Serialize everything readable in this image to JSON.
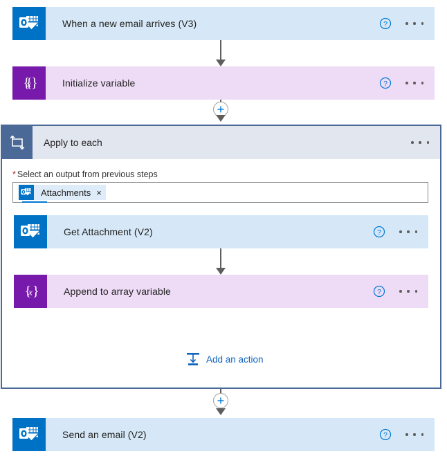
{
  "app": {
    "name": "Power Automate flow designer",
    "colors": {
      "outlook_icon_bg": "#0072c6",
      "outlook_card_bg": "#d6e8f7",
      "variable_icon_bg": "#7719aa",
      "variable_card_bg": "#eedcf7",
      "scope_border": "#4a6997",
      "scope_header_bg": "#e1e6ef",
      "scope_icon_bg": "#4a6997",
      "link_blue": "#0f64bd",
      "help_blue": "#0078d4",
      "required_red": "#a4262c",
      "connector_gray": "#605e5c",
      "canvas_bg": "#ffffff"
    }
  },
  "shared": {
    "help_icon": "help-circle-icon",
    "menu_icon": "ellipsis-menu-icon",
    "connector_plus_icon": "plus-icon",
    "arrow_icon": "arrow-down-icon"
  },
  "flow": {
    "trigger": {
      "title": "When a new email arrives (V3)",
      "icon": "outlook-icon",
      "kind": "outlook"
    },
    "steps": [
      {
        "title": "Initialize variable",
        "icon": "variable-braces-icon",
        "kind": "variable"
      }
    ],
    "scope": {
      "title": "Apply to each",
      "icon": "loop-repeat-icon",
      "field": {
        "required_marker": "*",
        "label": "Select an output from previous steps",
        "token": {
          "label": "Attachments",
          "icon": "outlook-icon",
          "remove_label": "×"
        }
      },
      "actions": [
        {
          "title": "Get Attachment (V2)",
          "icon": "outlook-icon",
          "kind": "outlook"
        },
        {
          "title": "Append to array variable",
          "icon": "variable-braces-icon",
          "kind": "variable"
        }
      ],
      "add_action": {
        "label": "Add an action",
        "icon": "insert-action-icon"
      }
    },
    "final": {
      "title": "Send an email (V2)",
      "icon": "outlook-icon",
      "kind": "outlook"
    }
  }
}
